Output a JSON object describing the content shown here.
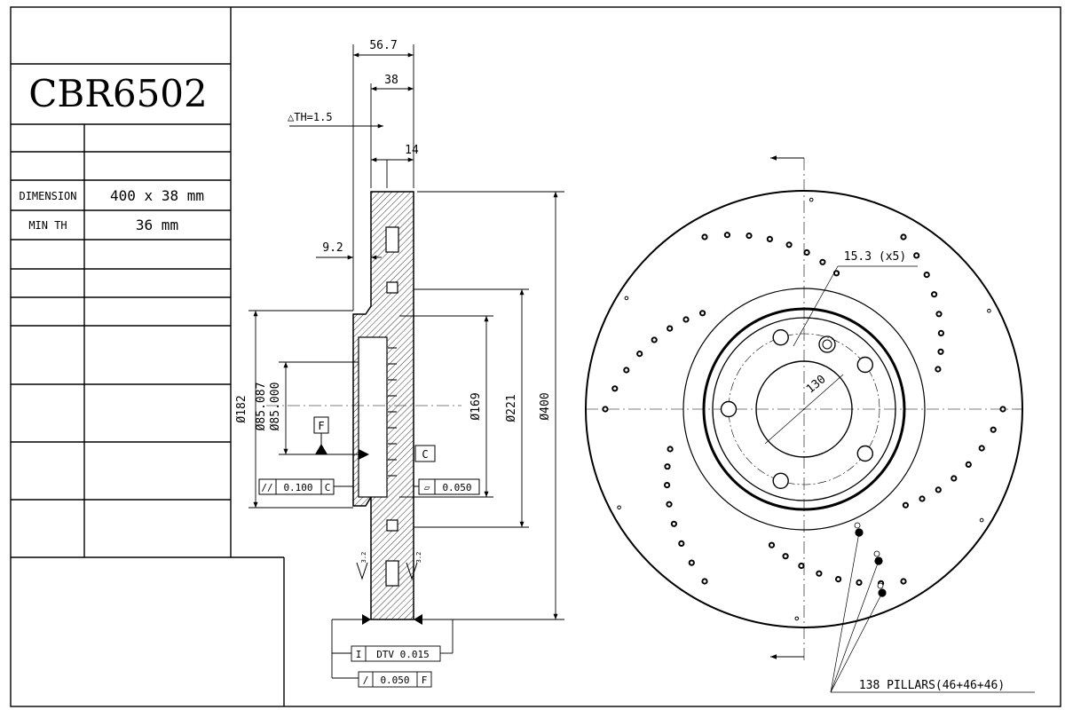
{
  "title_block": {
    "part_number": "CBR6502",
    "rows": [
      {
        "label": "",
        "value": ""
      },
      {
        "label": "",
        "value": ""
      },
      {
        "label": "DIMENSION",
        "value": "400 x 38 mm"
      },
      {
        "label": "MIN TH",
        "value": "36 mm"
      }
    ]
  },
  "section_view": {
    "dim_total_width": "56.7",
    "dim_thickness": "38",
    "dim_th": "△TH=1.5",
    "dim_pillar": "14",
    "dim_offset": "9.2",
    "dia_182": "Ø182",
    "dia_bore_max": "Ø85.087",
    "dia_bore_min": "Ø85.000",
    "dia_169": "Ø169",
    "dia_221": "Ø221",
    "dia_400": "Ø400",
    "datum_f": "F",
    "datum_c": "C",
    "parallelism_symbol": "//",
    "parallelism_value": "0.100",
    "parallelism_datum": "C",
    "flatness_symbol": "▱",
    "flatness_value": "0.050",
    "dtv_symbol": "I",
    "dtv_text": "DTV 0.015",
    "runout_symbol": "/",
    "runout_value": "0.050",
    "runout_datum": "F",
    "surface_mark": "3.2"
  },
  "front_view": {
    "hole_note": "15.3 (x5)",
    "pcd_label": "130",
    "pillars_note": "138 PILLARS(46+46+46)"
  }
}
